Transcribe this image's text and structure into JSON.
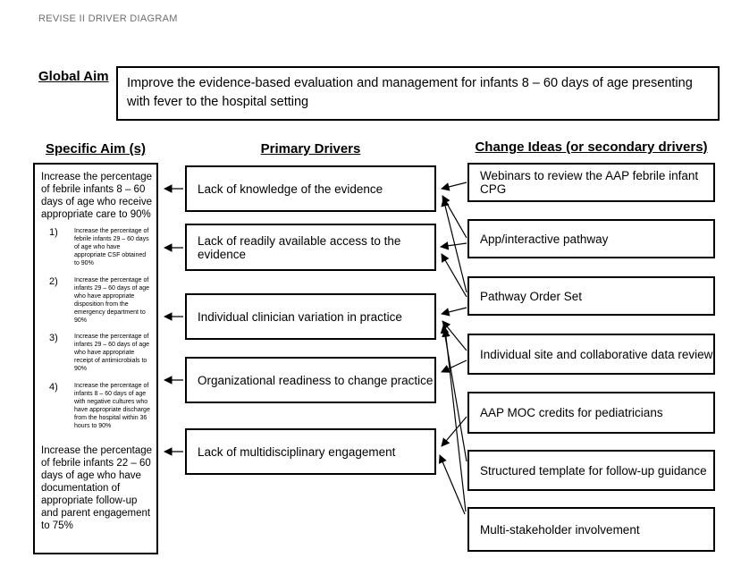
{
  "page": {
    "title": "REVISE II DRIVER DIAGRAM"
  },
  "global_aim": {
    "label": "Global Aim",
    "text": "Improve the evidence-based evaluation and management for infants 8 – 60 days of age presenting with fever to the hospital setting"
  },
  "headings": {
    "specific_aims": "Specific Aim (s)",
    "primary_drivers": "Primary Drivers",
    "change_ideas": "Change Ideas (or secondary drivers)"
  },
  "specific_aims": {
    "aim1": "Increase the percentage of febrile infants 8 – 60 days of age who receive appropriate care to 90%",
    "sub_aims": [
      {
        "num": "1)",
        "text": "Increase the percentage of febrile infants 29 – 60 days of age who have appropriate CSF obtained to 90%"
      },
      {
        "num": "2)",
        "text": "Increase the percentage of infants 29 – 60 days of age who have appropriate disposition from the emergency department to 90%"
      },
      {
        "num": "3)",
        "text": "Increase the percentage of infants 29 – 60 days of age who have appropriate receipt of antimicrobials to 90%"
      },
      {
        "num": "4)",
        "text": "Increase the percentage of infants 8 – 60 days of age with negative cultures who have appropriate discharge from the hospital within 36 hours to 90%"
      }
    ],
    "aim2": "Increase the percentage of febrile infants 22 – 60 days of age who have documentation of appropriate follow-up and parent engagement to 75%"
  },
  "primary_drivers": [
    {
      "id": "pd1",
      "text": "Lack of knowledge of the evidence"
    },
    {
      "id": "pd2",
      "text": "Lack of readily available access to the evidence"
    },
    {
      "id": "pd3",
      "text": "Individual clinician variation in practice"
    },
    {
      "id": "pd4",
      "text": "Organizational readiness to change practice"
    },
    {
      "id": "pd5",
      "text": "Lack of multidisciplinary engagement"
    }
  ],
  "change_ideas": [
    {
      "id": "ci1",
      "text": "Webinars to review the AAP febrile infant CPG"
    },
    {
      "id": "ci2",
      "text": "App/interactive pathway"
    },
    {
      "id": "ci3",
      "text": "Pathway Order Set"
    },
    {
      "id": "ci4",
      "text": "Individual site and collaborative data review"
    },
    {
      "id": "ci5",
      "text": "AAP MOC credits for pediatricians"
    },
    {
      "id": "ci6",
      "text": "Structured template for follow-up guidance"
    },
    {
      "id": "ci7",
      "text": "Multi-stakeholder involvement"
    }
  ],
  "connections": {
    "driver_to_aim": [
      "pd1",
      "pd2",
      "pd3",
      "pd4",
      "pd5"
    ],
    "idea_to_driver": [
      [
        "ci1",
        "pd1"
      ],
      [
        "ci2",
        "pd1"
      ],
      [
        "ci2",
        "pd2"
      ],
      [
        "ci3",
        "pd1"
      ],
      [
        "ci3",
        "pd2"
      ],
      [
        "ci3",
        "pd3"
      ],
      [
        "ci4",
        "pd3"
      ],
      [
        "ci4",
        "pd4"
      ],
      [
        "ci5",
        "pd5"
      ],
      [
        "ci6",
        "pd3"
      ],
      [
        "ci7",
        "pd3"
      ],
      [
        "ci7",
        "pd5"
      ]
    ]
  },
  "colors": {
    "background": "#ffffff",
    "box_border": "#000000",
    "title_gray": "#6e6e6e",
    "text": "#000000"
  }
}
